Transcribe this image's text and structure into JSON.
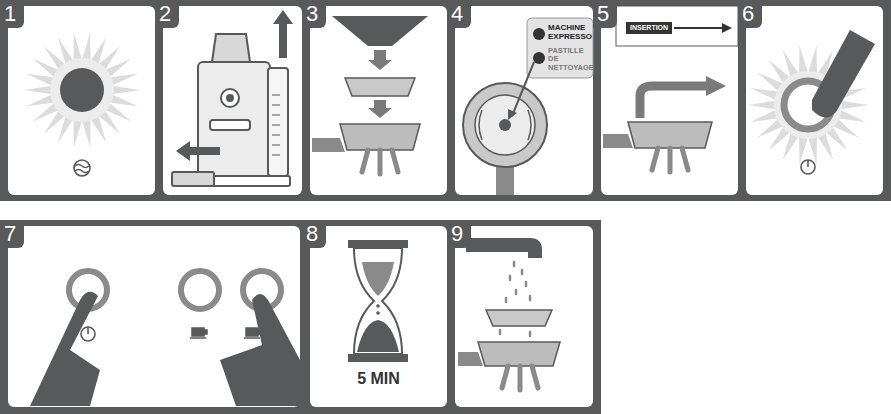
{
  "diagram": {
    "nodes": [
      {
        "text": [
          "1"
        ]
      },
      {
        "text": [
          "2"
        ]
      },
      {
        "text": [
          "3"
        ]
      },
      {
        "text": [
          "4"
        ]
      },
      {
        "text": [
          "5"
        ]
      },
      {
        "text": [
          "6"
        ]
      },
      {
        "text": [
          "7"
        ]
      },
      {
        "text": [
          "8"
        ]
      },
      {
        "text": [
          "9"
        ]
      }
    ],
    "labels": [
      "MACHINE EXPRESSO",
      "PASTILLE DE NETTOYAGE",
      "INSERTION",
      "5 MIN"
    ]
  }
}
